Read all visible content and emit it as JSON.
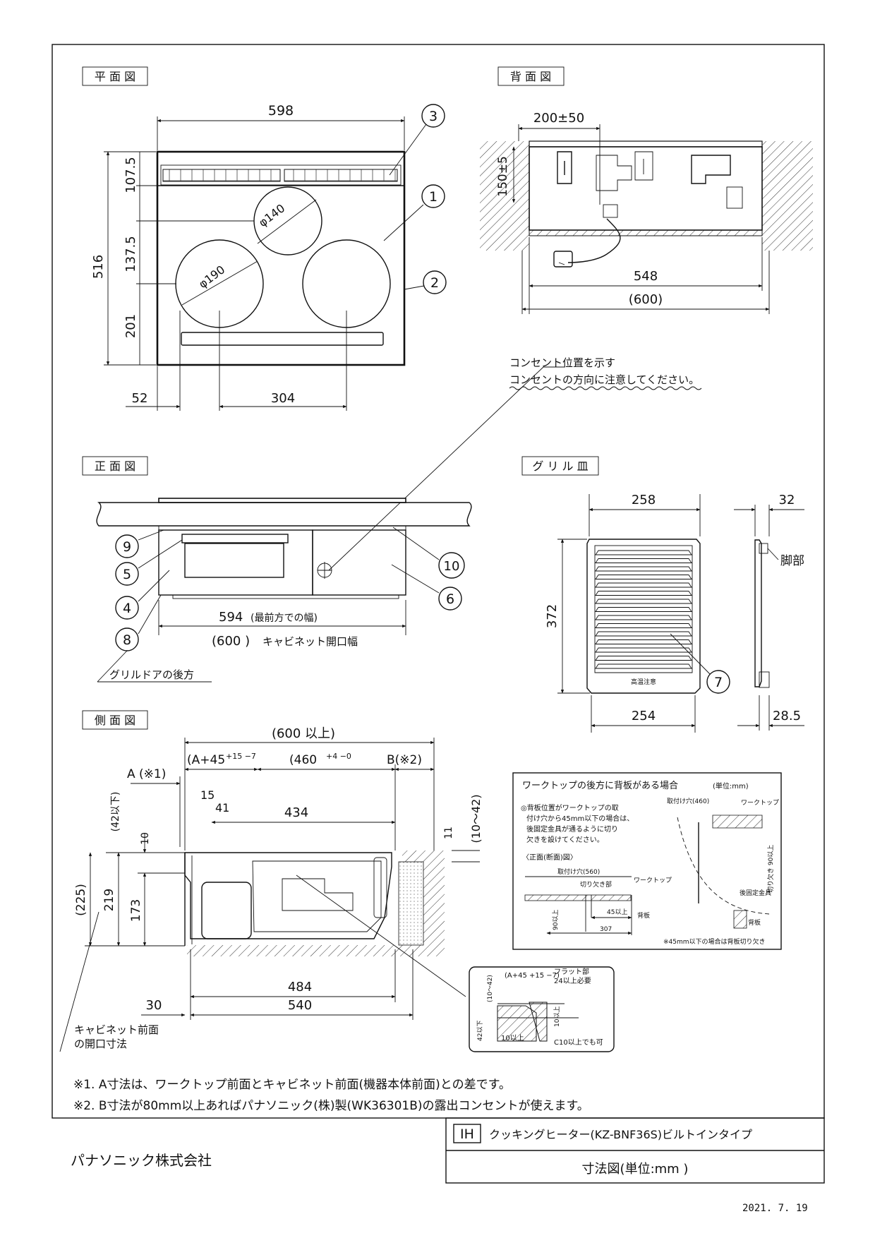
{
  "views": {
    "plan": "平 面 図",
    "back": "背 面 図",
    "front": "正 面 図",
    "grill": "グ リ ル 皿",
    "side": "側 面 図"
  },
  "plan_dims": {
    "width": "598",
    "depth": "516",
    "rear": "107.5",
    "mid": "137.5",
    "front": "201",
    "left_offset": "52",
    "burner_pitch": "304",
    "small_burner": "φ140",
    "large_burner": "φ190"
  },
  "back_dims": {
    "cord_pos": "200±50",
    "height": "150±5",
    "width": "548",
    "cabinet": "(600)"
  },
  "outlet_note": {
    "line1": "コンセント位置を示す",
    "line2": "コンセントの方向に注意してください。"
  },
  "front_dims": {
    "width": "594",
    "width_note": "(最前方での幅)",
    "cabinet": "(600 )",
    "cabinet_note": "キャビネット開口幅",
    "grill_door_note": "グリルドアの後方"
  },
  "grill_dims": {
    "width": "258",
    "depth": "372",
    "bottom": "254",
    "height": "32",
    "foot_height": "28.5",
    "foot_label": "脚部",
    "tray_text": "高温注意"
  },
  "callouts": [
    "1",
    "2",
    "3",
    "4",
    "5",
    "6",
    "7",
    "8",
    "9",
    "10"
  ],
  "side_dims": {
    "total": "(600 以上)",
    "a_dim": "(A+45",
    "a_tol": "+15 −7",
    "depth": "(460",
    "depth_tol": "+4 −0",
    "b_dim": "B(※2)",
    "a_label": "A (※1)",
    "d15": "15",
    "d41": "41",
    "d434": "434",
    "d42": "(42以下)",
    "d10": "10",
    "d11": "11",
    "d10_42": "(10〜42)",
    "d225": "(225)",
    "d219": "219",
    "d173": "173",
    "d484": "484",
    "d540": "540",
    "d30": "30",
    "cabinet_note1": "キャビネット前面",
    "cabinet_note2": "の開口寸法"
  },
  "inset_backboard": {
    "title": "ワークトップの後方に背板がある場合",
    "unit": "(単位:mm)",
    "note1": "◎背板位置がワークトップの取",
    "note2": "付け穴から45mm以下の場合は、",
    "note3": "後固定金具が通るように切り",
    "note4": "欠きを設けてください。",
    "section_title": "〈正面(断面)図〉",
    "hole_560": "取付け穴(560)",
    "hole_460": "取付け穴(460)",
    "worktop": "ワークトップ",
    "notch": "切り欠き部",
    "d45": "45以上",
    "d307": "307",
    "d90": "90以上",
    "backboard": "背板",
    "notch_side": "切り欠き 90以上",
    "rear_bracket": "後固定金具",
    "footnote": "※45mm以下の場合は背板切り欠き"
  },
  "inset_flat": {
    "a_dim": "(A+45 +15 −7)",
    "flat": "フラット部",
    "flat_min": "24以上必要",
    "d10_42": "(10〜42)",
    "d42": "42以下",
    "d10a": "10以上",
    "d10b": "10以上",
    "c10": "C10以上でも可"
  },
  "notes": {
    "n1": "※1. A寸法は、ワークトップ前面とキャビネット前面(機器本体前面)との差です。",
    "n2": "※2. B寸法が80mm以上あればパナソニック(株)製(WK36301B)の露出コンセントが使えます。"
  },
  "title_block": {
    "badge": "IH",
    "product": "クッキングヒーター(KZ-BNF36S)ビルトインタイプ",
    "drawing": "寸法図(単位:mm )"
  },
  "company": "パナソニック株式会社",
  "date": "2021. 7. 19"
}
